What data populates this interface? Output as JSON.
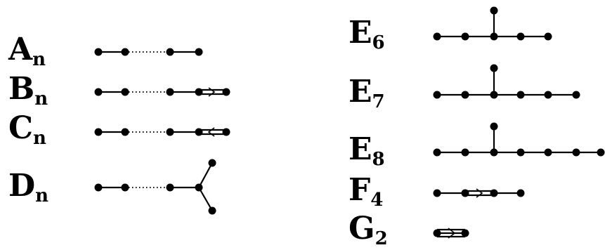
{
  "diagrams": [
    {
      "id": "A",
      "label": "A",
      "subscript": "n"
    },
    {
      "id": "B",
      "label": "B",
      "subscript": "n"
    },
    {
      "id": "C",
      "label": "C",
      "subscript": "n"
    },
    {
      "id": "D",
      "label": "D",
      "subscript": "n"
    },
    {
      "id": "E6",
      "label": "E",
      "subscript": "6"
    },
    {
      "id": "E7",
      "label": "E",
      "subscript": "7"
    },
    {
      "id": "E8",
      "label": "E",
      "subscript": "8"
    },
    {
      "id": "F4",
      "label": "F",
      "subscript": "4"
    },
    {
      "id": "G2",
      "label": "G",
      "subscript": "2"
    }
  ]
}
